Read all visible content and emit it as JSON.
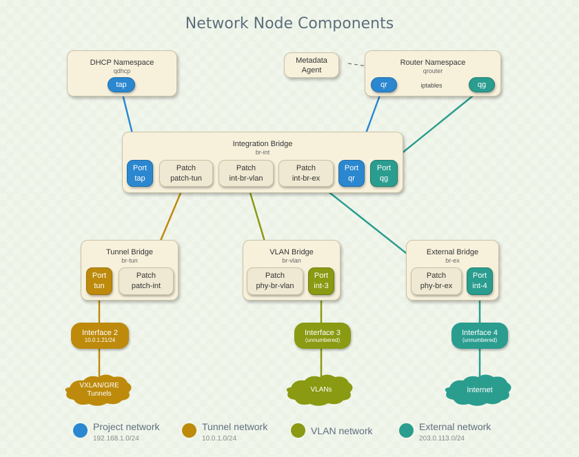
{
  "title": "Network Node Components",
  "colors": {
    "project": "#2b87cf",
    "tunnel": "#bd8a0c",
    "vlan": "#8a9a12",
    "external": "#2a9d8f"
  },
  "dhcp": {
    "title": "DHCP Namespace",
    "sub": "qdhcp",
    "port": "tap"
  },
  "metadata": {
    "line1": "Metadata",
    "line2": "Agent"
  },
  "router": {
    "title": "Router Namespace",
    "sub": "qrouter",
    "port_qr": "qr",
    "iptables": "iptables",
    "port_qg": "qg"
  },
  "integration": {
    "title": "Integration Bridge",
    "sub": "br-int",
    "ports": [
      {
        "l1": "Port",
        "l2": "tap"
      },
      {
        "l1": "Patch",
        "l2": "patch-tun"
      },
      {
        "l1": "Patch",
        "l2": "int-br-vlan"
      },
      {
        "l1": "Patch",
        "l2": "int-br-ex"
      },
      {
        "l1": "Port",
        "l2": "qr"
      },
      {
        "l1": "Port",
        "l2": "qg"
      }
    ]
  },
  "tunnel_bridge": {
    "title": "Tunnel Bridge",
    "sub": "br-tun",
    "port": {
      "l1": "Port",
      "l2": "tun"
    },
    "patch": {
      "l1": "Patch",
      "l2": "patch-int"
    }
  },
  "vlan_bridge": {
    "title": "VLAN Bridge",
    "sub": "br-vlan",
    "patch": {
      "l1": "Patch",
      "l2": "phy-br-vlan"
    },
    "port": {
      "l1": "Port",
      "l2": "int-3"
    }
  },
  "external_bridge": {
    "title": "External Bridge",
    "sub": "br-ex",
    "patch": {
      "l1": "Patch",
      "l2": "phy-br-ex"
    },
    "port": {
      "l1": "Port",
      "l2": "int-4"
    }
  },
  "interfaces": [
    {
      "l1": "Interface 2",
      "l2": "10.0.1.21/24"
    },
    {
      "l1": "Interface 3",
      "l2": "(unnumbered)"
    },
    {
      "l1": "Interface 4",
      "l2": "(unnumbered)"
    }
  ],
  "clouds": [
    {
      "l1": "VXLAN/GRE",
      "l2": "Tunnels"
    },
    {
      "l1": "VLANs",
      "l2": ""
    },
    {
      "l1": "Internet",
      "l2": ""
    }
  ],
  "legend": [
    {
      "label": "Project network",
      "sub": "192.168.1.0/24"
    },
    {
      "label": "Tunnel network",
      "sub": "10.0.1.0/24"
    },
    {
      "label": "VLAN network",
      "sub": ""
    },
    {
      "label": "External network",
      "sub": "203.0.113.0/24"
    }
  ]
}
